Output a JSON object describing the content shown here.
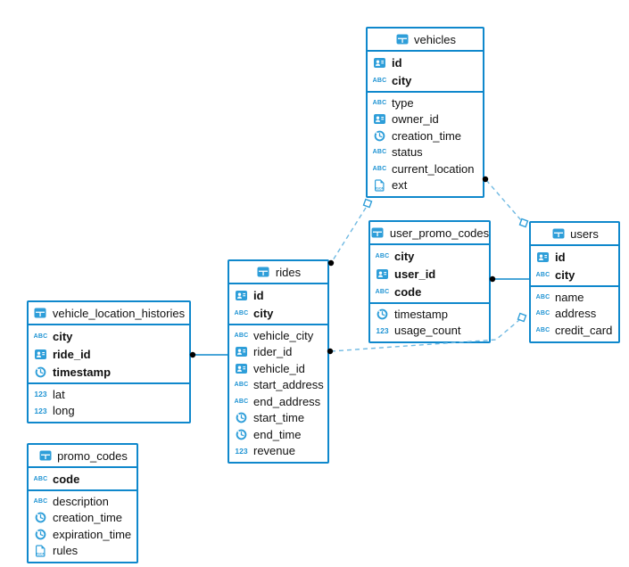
{
  "diagram": {
    "accent": "#0f88cc",
    "icon_blue": "#2e9ed9",
    "dashed_line_color": "#6fb9e2",
    "dot_color": "#000000",
    "background": "#ffffff",
    "tables": [
      {
        "id": "vehicles",
        "name": "vehicles",
        "columns": [
          {
            "name": "id",
            "type": "id",
            "key": true
          },
          {
            "name": "city",
            "type": "text",
            "key": true
          },
          {
            "name": "type",
            "type": "text",
            "key": false
          },
          {
            "name": "owner_id",
            "type": "id",
            "key": false
          },
          {
            "name": "creation_time",
            "type": "time",
            "key": false
          },
          {
            "name": "status",
            "type": "text",
            "key": false
          },
          {
            "name": "current_location",
            "type": "text",
            "key": false
          },
          {
            "name": "ext",
            "type": "json",
            "key": false
          }
        ]
      },
      {
        "id": "user_promo_codes",
        "name": "user_promo_codes",
        "columns": [
          {
            "name": "city",
            "type": "text",
            "key": true
          },
          {
            "name": "user_id",
            "type": "id",
            "key": true
          },
          {
            "name": "code",
            "type": "text",
            "key": true
          },
          {
            "name": "timestamp",
            "type": "time",
            "key": false
          },
          {
            "name": "usage_count",
            "type": "number",
            "key": false
          }
        ]
      },
      {
        "id": "users",
        "name": "users",
        "columns": [
          {
            "name": "id",
            "type": "id",
            "key": true
          },
          {
            "name": "city",
            "type": "text",
            "key": true
          },
          {
            "name": "name",
            "type": "text",
            "key": false
          },
          {
            "name": "address",
            "type": "text",
            "key": false
          },
          {
            "name": "credit_card",
            "type": "text",
            "key": false
          }
        ]
      },
      {
        "id": "rides",
        "name": "rides",
        "columns": [
          {
            "name": "id",
            "type": "id",
            "key": true
          },
          {
            "name": "city",
            "type": "text",
            "key": true
          },
          {
            "name": "vehicle_city",
            "type": "text",
            "key": false
          },
          {
            "name": "rider_id",
            "type": "id",
            "key": false
          },
          {
            "name": "vehicle_id",
            "type": "id",
            "key": false
          },
          {
            "name": "start_address",
            "type": "text",
            "key": false
          },
          {
            "name": "end_address",
            "type": "text",
            "key": false
          },
          {
            "name": "start_time",
            "type": "time",
            "key": false
          },
          {
            "name": "end_time",
            "type": "time",
            "key": false
          },
          {
            "name": "revenue",
            "type": "number",
            "key": false
          }
        ]
      },
      {
        "id": "vehicle_location_histories",
        "name": "vehicle_location_histories",
        "columns": [
          {
            "name": "city",
            "type": "text",
            "key": true
          },
          {
            "name": "ride_id",
            "type": "id",
            "key": true
          },
          {
            "name": "timestamp",
            "type": "time",
            "key": true
          },
          {
            "name": "lat",
            "type": "number",
            "key": false
          },
          {
            "name": "long",
            "type": "number",
            "key": false
          }
        ]
      },
      {
        "id": "promo_codes",
        "name": "promo_codes",
        "columns": [
          {
            "name": "code",
            "type": "text",
            "key": true
          },
          {
            "name": "description",
            "type": "text",
            "key": false
          },
          {
            "name": "creation_time",
            "type": "time",
            "key": false
          },
          {
            "name": "expiration_time",
            "type": "time",
            "key": false
          },
          {
            "name": "rules",
            "type": "json",
            "key": false
          }
        ]
      }
    ],
    "relations": [
      {
        "from": "vehicles",
        "to": "rides",
        "style": "dashed"
      },
      {
        "from": "vehicles",
        "to": "users",
        "style": "dashed"
      },
      {
        "from": "user_promo_codes",
        "to": "users",
        "style": "solid"
      },
      {
        "from": "rides",
        "to": "users",
        "style": "dashed"
      },
      {
        "from": "vehicle_location_histories",
        "to": "rides",
        "style": "solid"
      }
    ],
    "type_icon_labels": {
      "text": "ABC",
      "number": "123",
      "json": "JSON"
    }
  }
}
